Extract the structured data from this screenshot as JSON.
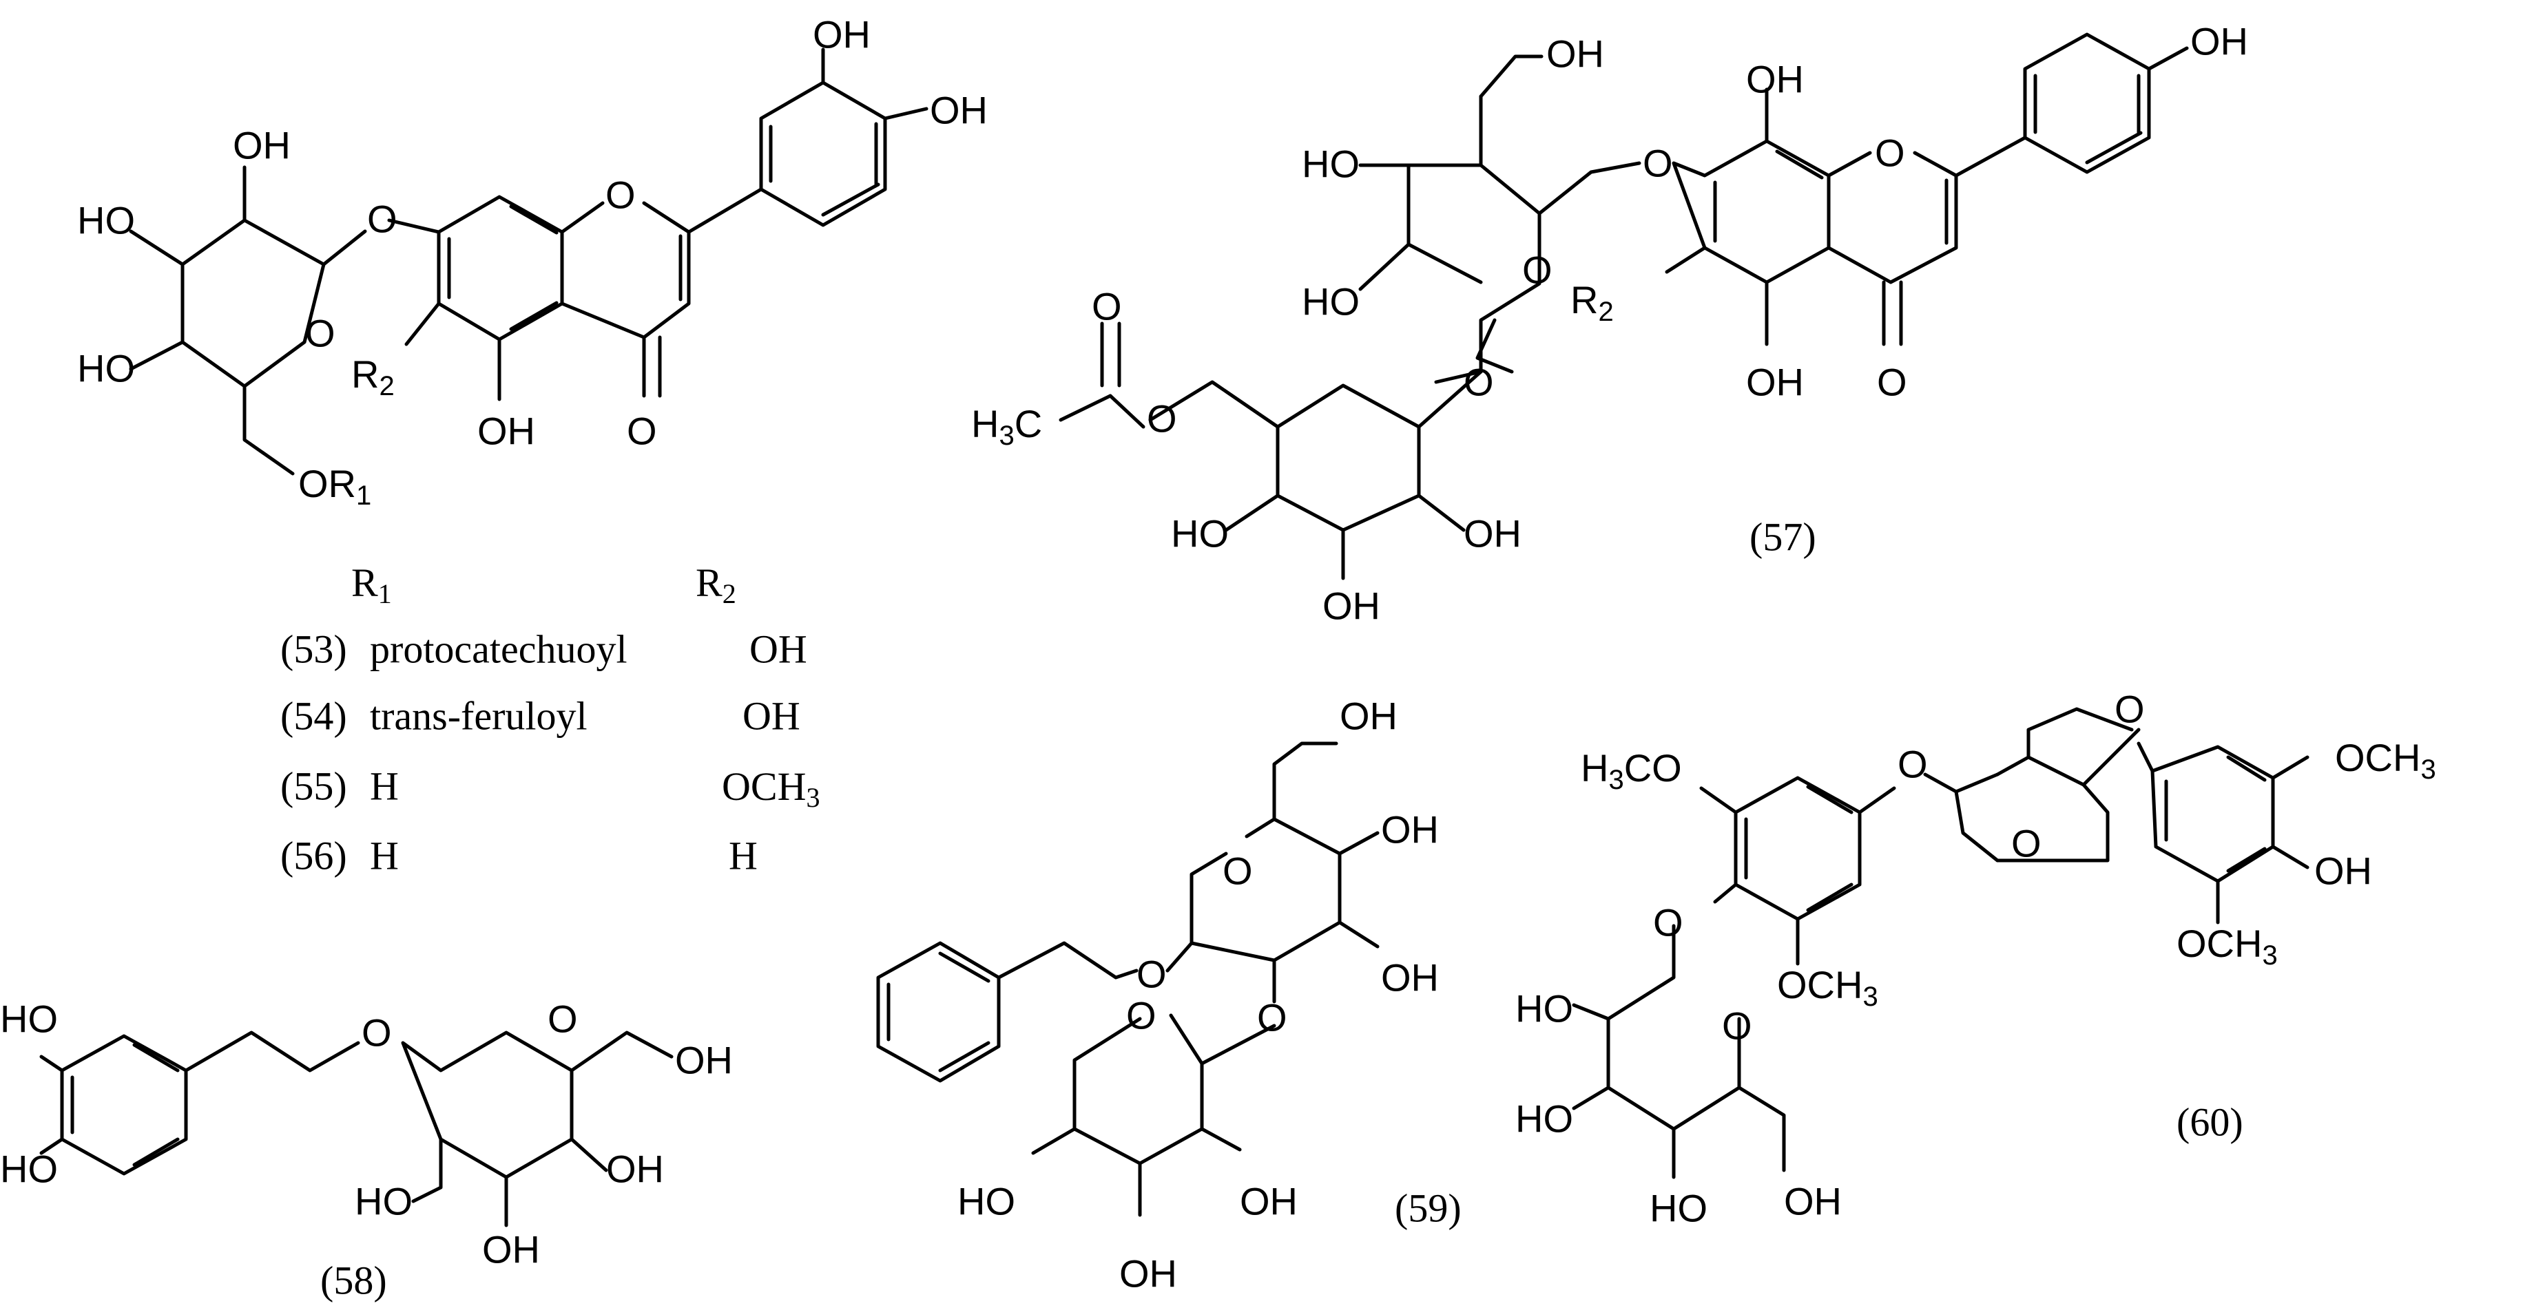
{
  "figure": {
    "compounds": [
      "(57)",
      "(58)",
      "(59)",
      "(60)"
    ],
    "c53_56": {
      "labels": [
        "OH",
        "OH",
        "HO",
        "HO",
        "O",
        "O",
        "O",
        "R",
        "2",
        "OH",
        "O",
        "OR",
        "1",
        "OH",
        "OH"
      ],
      "table": {
        "h1": "R",
        "h1_sub": "1",
        "h2": "R",
        "h2_sub": "2",
        "rows": [
          {
            "id": "(53)",
            "r1": "protocatechuoyl",
            "r2": "OH"
          },
          {
            "id": "(54)",
            "r1": "trans-feruloyl",
            "r2": "OH"
          },
          {
            "id": "(55)",
            "r1": "H",
            "r2": "OCH",
            "r2_sub": "3"
          },
          {
            "id": "(56)",
            "r1": "H",
            "r2": "H"
          }
        ]
      }
    },
    "c57": {
      "labels": [
        "OH",
        "HO",
        "O",
        "OH",
        "O",
        "OH",
        "HO",
        "O",
        "R",
        "2",
        "O",
        "OH",
        "O",
        "H",
        "3",
        "C",
        "O",
        "O",
        "HO",
        "OH",
        "OH"
      ]
    },
    "c58": {
      "labels": [
        "HO",
        "HO",
        "O",
        "O",
        "OH",
        "HO",
        "OH",
        "OH"
      ]
    },
    "c59": {
      "labels": [
        "OH",
        "O",
        "OH",
        "O",
        "OH",
        "O",
        "O",
        "HO",
        "OH",
        "OH"
      ]
    },
    "c60": {
      "labels": [
        "H",
        "3",
        "CO",
        "O",
        "O",
        "O",
        "OCH",
        "3",
        "OH",
        "OCH",
        "3",
        "O",
        "OCH",
        "3",
        "HO",
        "O",
        "HO",
        "HO",
        "OH"
      ]
    }
  }
}
